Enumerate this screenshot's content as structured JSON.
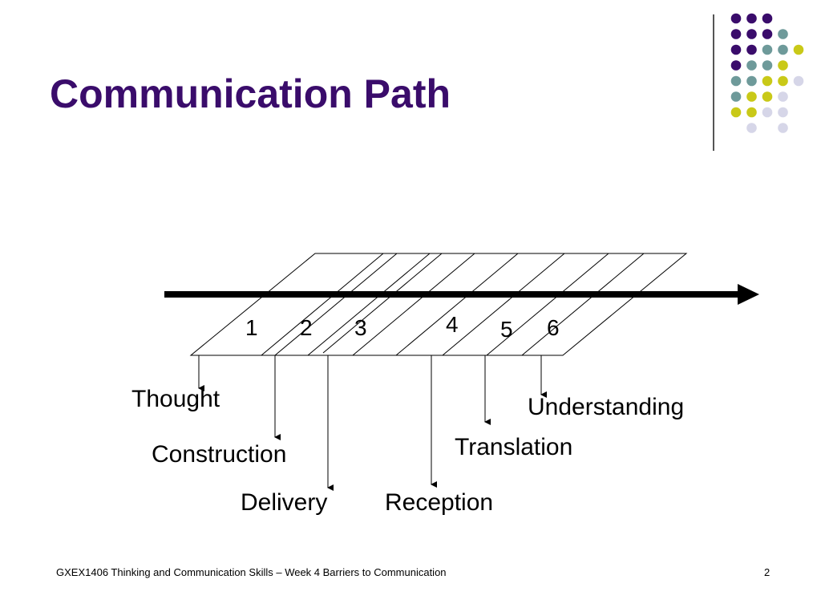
{
  "slide": {
    "title": "Communication Path",
    "footer": "GXEX1406 Thinking and Communication Skills – Week 4 Barriers to Communication",
    "page_number": "2"
  },
  "diagram": {
    "segments": [
      "1",
      "2",
      "3",
      "4",
      "5",
      "6"
    ],
    "stages": [
      "Thought",
      "Construction",
      "Delivery",
      "Reception",
      "Translation",
      "Understanding"
    ]
  },
  "decoration": {
    "dot_colors": {
      "purple": "#3a0c6b",
      "teal": "#6e9a9a",
      "yellow": "#c9c918",
      "lavender": "#d6d6e8"
    },
    "dot_grid": [
      [
        "purple",
        "purple",
        "purple",
        "",
        "",
        ""
      ],
      [
        "purple",
        "purple",
        "purple",
        "teal",
        "",
        ""
      ],
      [
        "purple",
        "purple",
        "teal",
        "teal",
        "yellow",
        ""
      ],
      [
        "purple",
        "teal",
        "teal",
        "yellow",
        "",
        ""
      ],
      [
        "teal",
        "teal",
        "yellow",
        "yellow",
        "lavender",
        ""
      ],
      [
        "teal",
        "yellow",
        "yellow",
        "lavender",
        "",
        ""
      ],
      [
        "yellow",
        "yellow",
        "lavender",
        "lavender",
        "",
        ""
      ],
      [
        "",
        "lavender",
        "",
        "lavender",
        "",
        ""
      ]
    ]
  }
}
